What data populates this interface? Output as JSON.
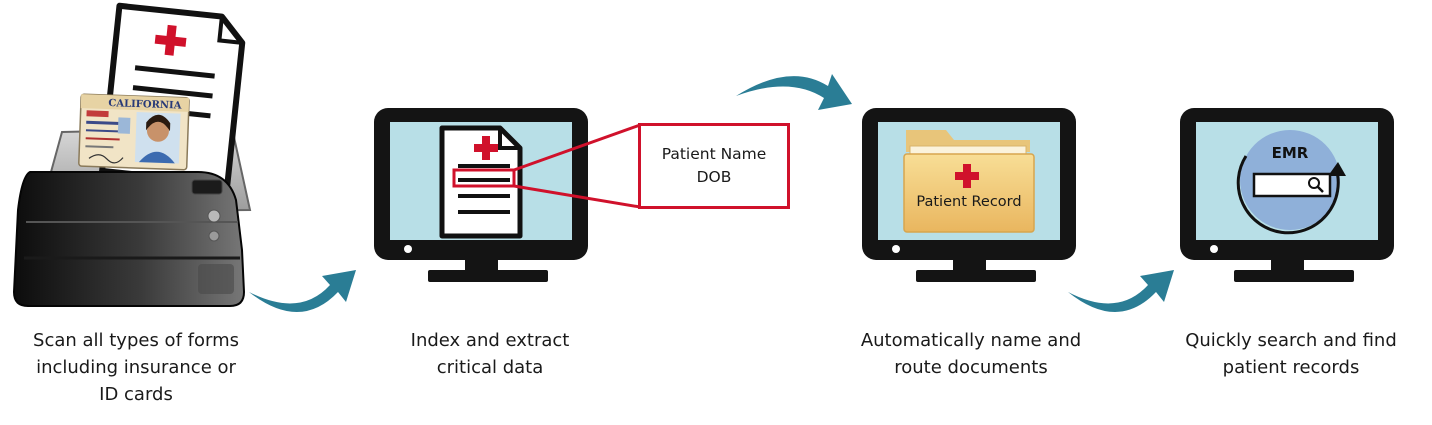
{
  "steps": [
    {
      "caption_lines": [
        "Scan all types of forms",
        "including insurance or",
        "ID cards"
      ]
    },
    {
      "caption_lines": [
        "Index and extract",
        "critical data"
      ]
    },
    {
      "caption_lines": [
        "Automatically name and",
        "route documents"
      ]
    },
    {
      "caption_lines": [
        "Quickly search and find",
        "patient records"
      ]
    }
  ],
  "id_card": {
    "state_text": "CALIFORNIA"
  },
  "callout": {
    "line1": "Patient Name",
    "line2": "DOB"
  },
  "folder": {
    "label": "Patient Record"
  },
  "emr": {
    "label": "EMR"
  },
  "colors": {
    "arrow": "#2a7d95",
    "monitor_frame": "#141414",
    "screen": "#b8dfe7",
    "cross_red": "#d0112b",
    "folder": "#f2cf7e",
    "emr_circle": "#8fb0d9"
  },
  "icons": [
    "scanner-icon",
    "document-icon",
    "id-card-icon",
    "monitor-icon",
    "folder-icon",
    "search-icon",
    "arrow-icon",
    "cycle-arrow-icon"
  ]
}
